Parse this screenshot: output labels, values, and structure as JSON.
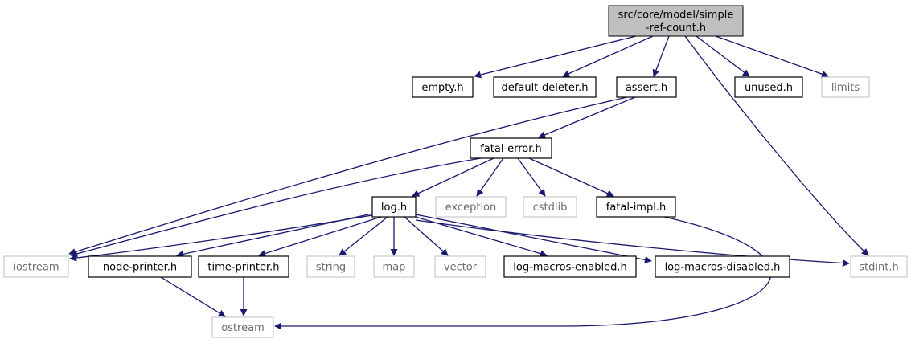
{
  "graph": {
    "edge_color": "#191970",
    "nodes": [
      {
        "id": "simple-ref-count",
        "lines": [
          "src/core/model/simple",
          "-ref-count.h"
        ],
        "style": "root"
      },
      {
        "id": "empty",
        "lines": [
          "empty.h"
        ],
        "style": "internal"
      },
      {
        "id": "default-deleter",
        "lines": [
          "default-deleter.h"
        ],
        "style": "internal"
      },
      {
        "id": "assert",
        "lines": [
          "assert.h"
        ],
        "style": "internal"
      },
      {
        "id": "unused",
        "lines": [
          "unused.h"
        ],
        "style": "internal"
      },
      {
        "id": "limits",
        "lines": [
          "limits"
        ],
        "style": "external"
      },
      {
        "id": "fatal-error",
        "lines": [
          "fatal-error.h"
        ],
        "style": "internal"
      },
      {
        "id": "log",
        "lines": [
          "log.h"
        ],
        "style": "internal"
      },
      {
        "id": "exception",
        "lines": [
          "exception"
        ],
        "style": "external"
      },
      {
        "id": "cstdlib",
        "lines": [
          "cstdlib"
        ],
        "style": "external"
      },
      {
        "id": "fatal-impl",
        "lines": [
          "fatal-impl.h"
        ],
        "style": "internal"
      },
      {
        "id": "iostream",
        "lines": [
          "iostream"
        ],
        "style": "external"
      },
      {
        "id": "node-printer",
        "lines": [
          "node-printer.h"
        ],
        "style": "internal"
      },
      {
        "id": "time-printer",
        "lines": [
          "time-printer.h"
        ],
        "style": "internal"
      },
      {
        "id": "string",
        "lines": [
          "string"
        ],
        "style": "external"
      },
      {
        "id": "map",
        "lines": [
          "map"
        ],
        "style": "external"
      },
      {
        "id": "vector",
        "lines": [
          "vector"
        ],
        "style": "external"
      },
      {
        "id": "log-macros-enabled",
        "lines": [
          "log-macros-enabled.h"
        ],
        "style": "internal"
      },
      {
        "id": "log-macros-disabled",
        "lines": [
          "log-macros-disabled.h"
        ],
        "style": "internal"
      },
      {
        "id": "stdint",
        "lines": [
          "stdint.h"
        ],
        "style": "external"
      },
      {
        "id": "ostream",
        "lines": [
          "ostream"
        ],
        "style": "external"
      }
    ],
    "edges": [
      {
        "from": "simple-ref-count",
        "to": "empty"
      },
      {
        "from": "simple-ref-count",
        "to": "default-deleter"
      },
      {
        "from": "simple-ref-count",
        "to": "assert"
      },
      {
        "from": "simple-ref-count",
        "to": "unused"
      },
      {
        "from": "simple-ref-count",
        "to": "limits"
      },
      {
        "from": "simple-ref-count",
        "to": "stdint"
      },
      {
        "from": "assert",
        "to": "fatal-error"
      },
      {
        "from": "assert",
        "to": "iostream"
      },
      {
        "from": "fatal-error",
        "to": "log"
      },
      {
        "from": "fatal-error",
        "to": "exception"
      },
      {
        "from": "fatal-error",
        "to": "cstdlib"
      },
      {
        "from": "fatal-error",
        "to": "fatal-impl"
      },
      {
        "from": "fatal-error",
        "to": "iostream"
      },
      {
        "from": "log",
        "to": "iostream"
      },
      {
        "from": "log",
        "to": "node-printer"
      },
      {
        "from": "log",
        "to": "time-printer"
      },
      {
        "from": "log",
        "to": "string"
      },
      {
        "from": "log",
        "to": "map"
      },
      {
        "from": "log",
        "to": "vector"
      },
      {
        "from": "log",
        "to": "log-macros-enabled"
      },
      {
        "from": "log",
        "to": "log-macros-disabled"
      },
      {
        "from": "log",
        "to": "stdint"
      },
      {
        "from": "fatal-impl",
        "to": "ostream"
      },
      {
        "from": "node-printer",
        "to": "ostream"
      },
      {
        "from": "time-printer",
        "to": "ostream"
      }
    ]
  }
}
